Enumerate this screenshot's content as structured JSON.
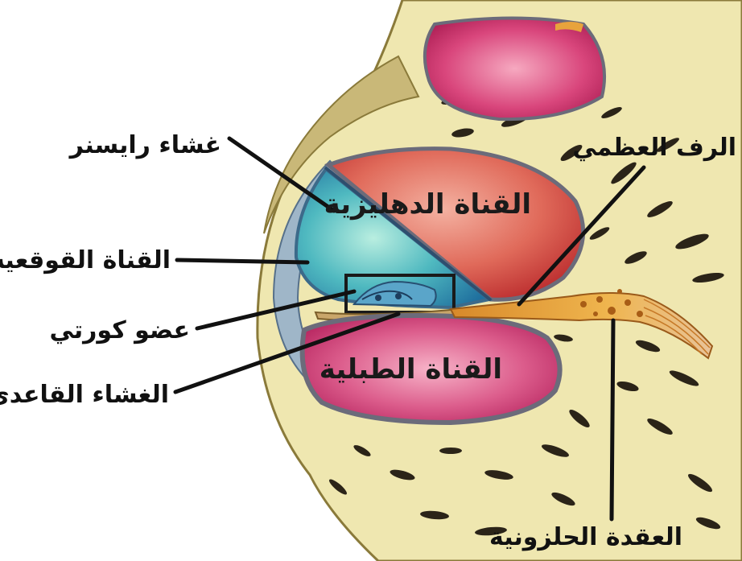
{
  "labels": {
    "reissner_membrane": "غشاء رايسنر",
    "scala_media": "القناة القوقعية",
    "organ_of_corti": "عضو كورتي",
    "basilar_membrane": "الغشاء القاعدي",
    "osseous_spiral_lamina": "الرف العظمي",
    "spiral_ganglion": "العقدة الحلزونية",
    "scala_vestibuli": "القناة الدهليزية",
    "scala_tympani": "القناة الطبلية"
  },
  "colors": {
    "bone": "#efe7b0",
    "bone_outline": "#8a7a3a",
    "scala_vestibuli": "#d8554d",
    "scala_tympani": "#d23f78",
    "scala_media": "#3e9fbf",
    "ganglion": "#e8a33c"
  }
}
